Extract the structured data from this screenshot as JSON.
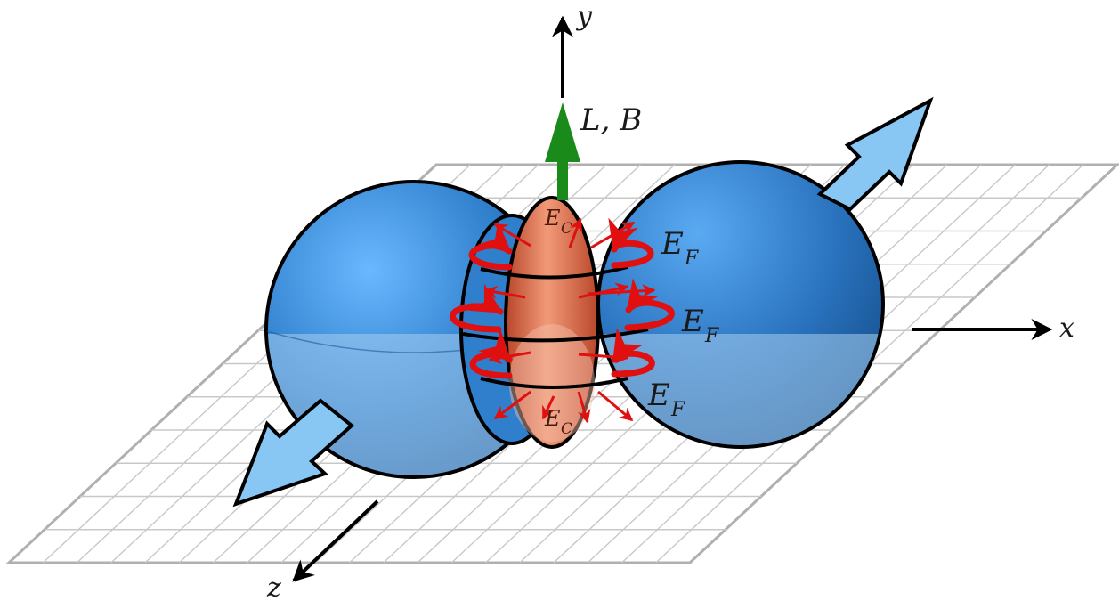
{
  "axes": {
    "x": "x",
    "y": "y",
    "z": "z"
  },
  "vector_label": "L, B",
  "e_field_symbol": "E",
  "e_field_subscript_f": "F",
  "e_field_subscript_c": "C",
  "colors": {
    "sphere": "#2f7fcc",
    "sphere_dark": "#1c5d9e",
    "torus": "#d9694a",
    "field_arrows": "#e01010",
    "momentum_arrow": "#1a8a1a",
    "motion_arrows": "#88c6f4",
    "grid": "#bdbdbd"
  }
}
